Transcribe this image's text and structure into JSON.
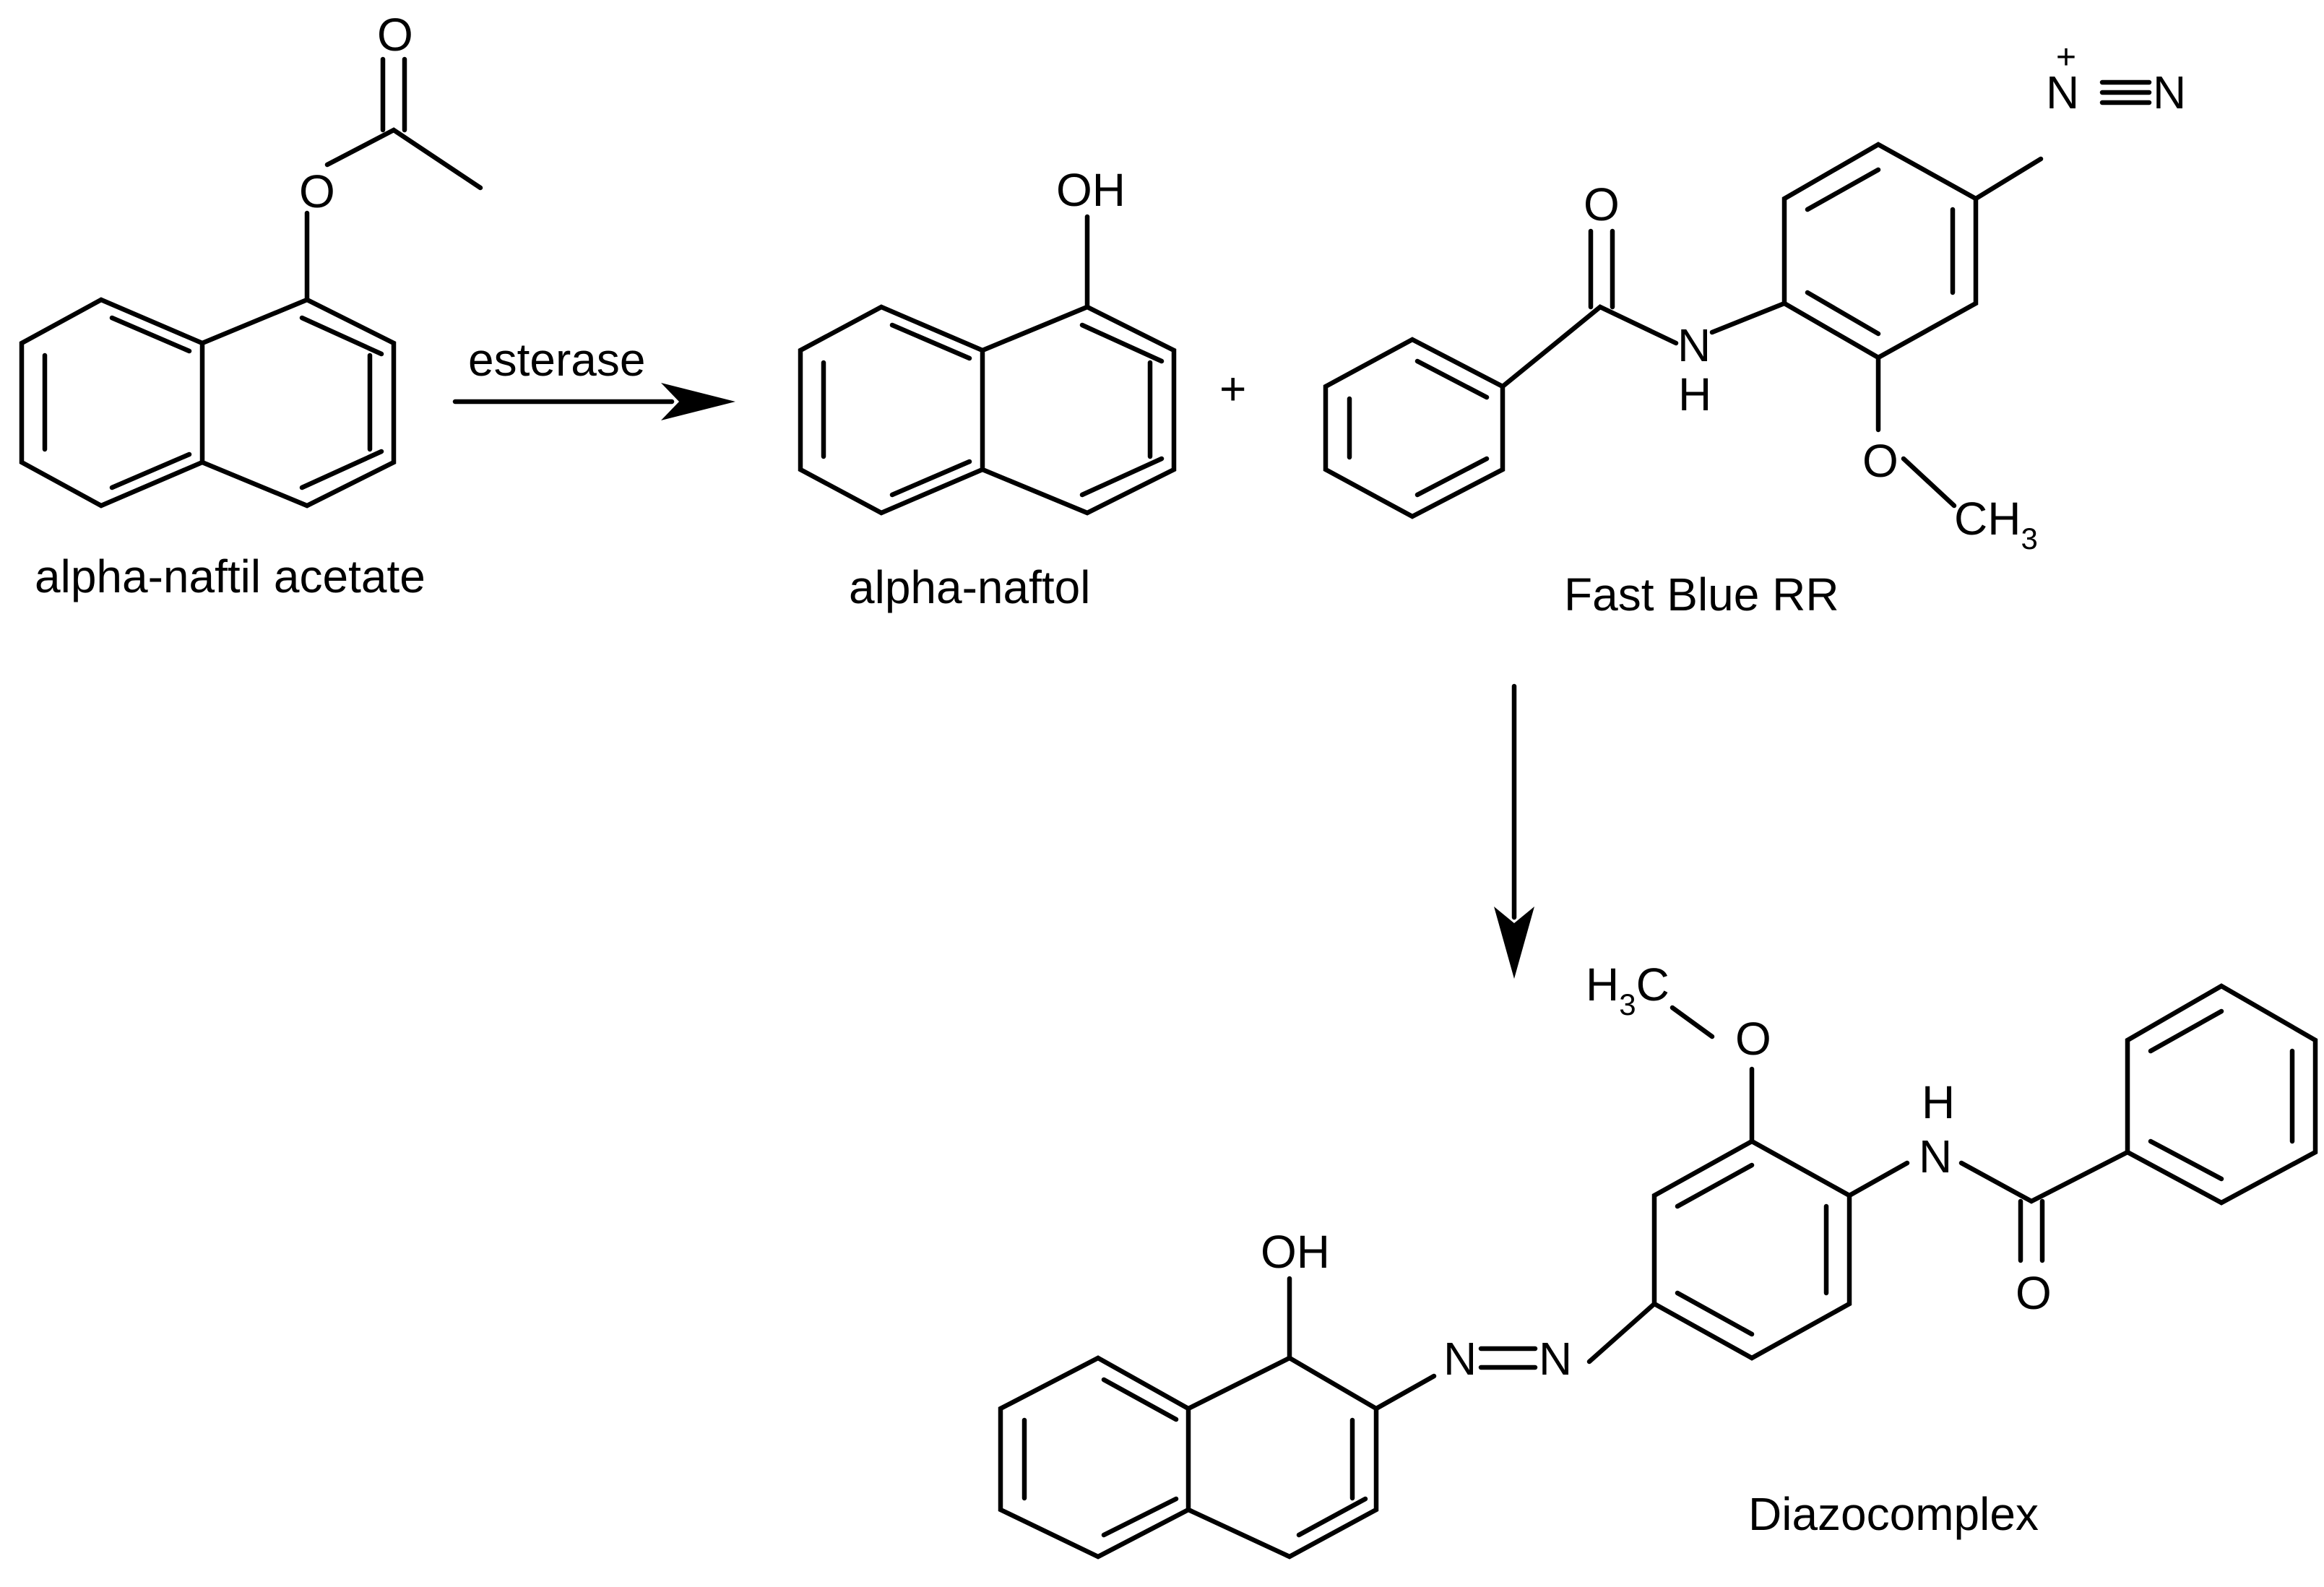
{
  "scheme": {
    "reactant": {
      "name": "alpha-naftil acetate",
      "atom_o_carbonyl": "O",
      "atom_o_ester": "O"
    },
    "enzyme_label": "esterase",
    "product_naphthol": {
      "name": "alpha-naftol",
      "atom_oh": "OH"
    },
    "plus_sign": "+",
    "reagent": {
      "name": "Fast Blue RR",
      "atom_o_carbonyl": "O",
      "atom_nh_n": "N",
      "atom_nh_h": "H",
      "atom_o_ether": "O",
      "atom_ch3_main": "CH",
      "atom_ch3_sub": "3",
      "diazo_n1": "N",
      "diazo_n2": "N",
      "diazo_charge": "+"
    },
    "product_dye": {
      "name": "Diazocomplex",
      "atom_oh": "OH",
      "azo_n1": "N",
      "azo_n2": "N",
      "atom_h3c_h": "H",
      "atom_h3c_sub": "3",
      "atom_h3c_c": "C",
      "atom_o_ether": "O",
      "atom_nh_h": "H",
      "atom_nh_n": "N",
      "atom_o_carbonyl": "O"
    },
    "colors": {
      "ink": "#000000",
      "background": "#ffffff"
    }
  }
}
